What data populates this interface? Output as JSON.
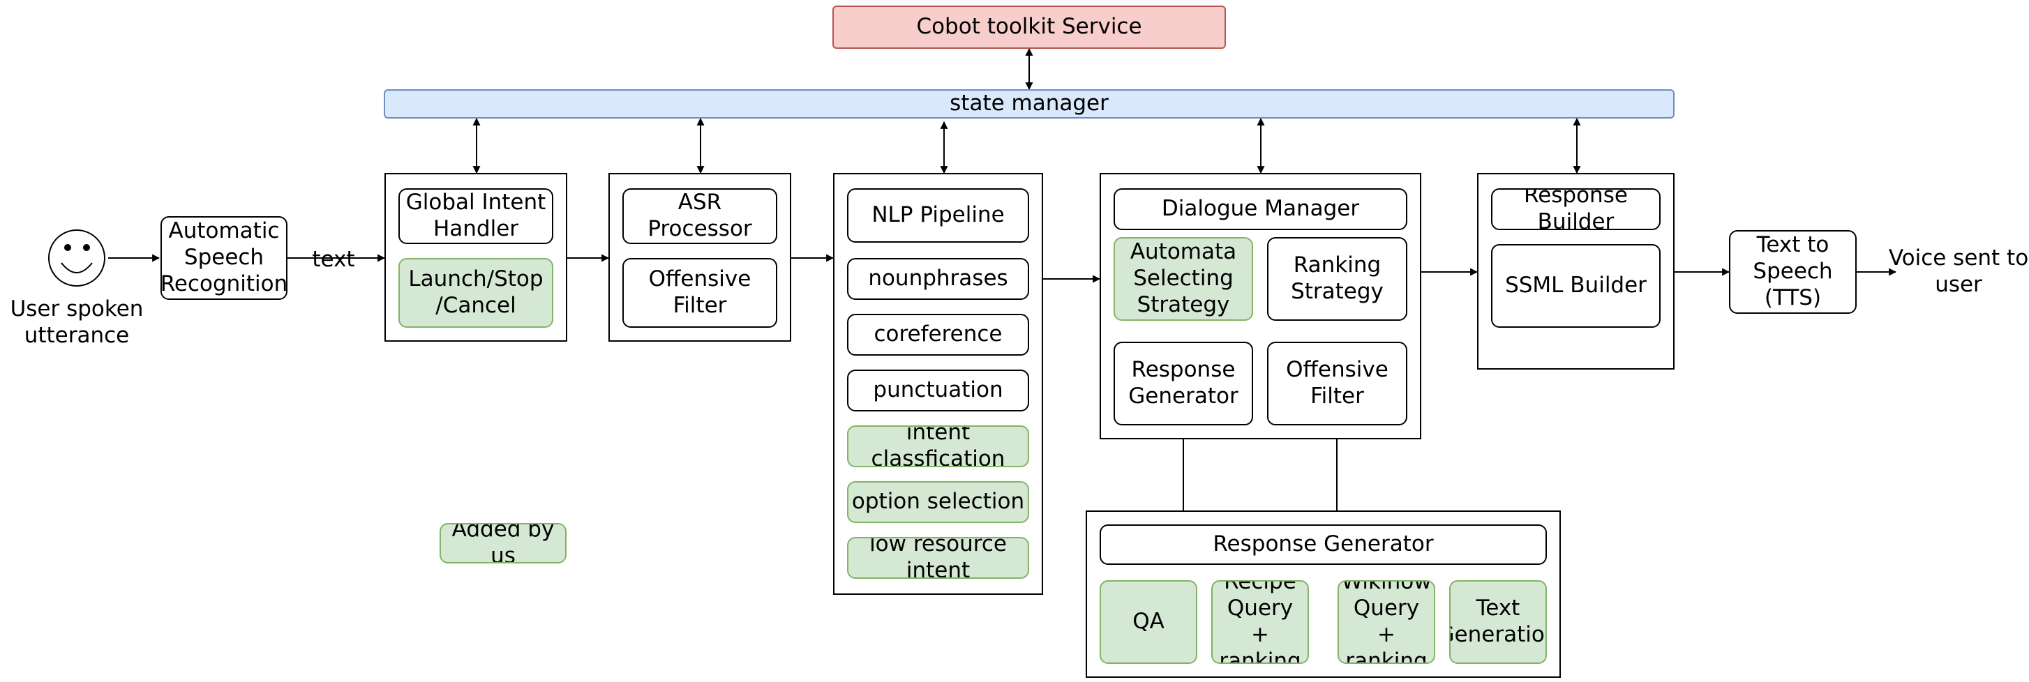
{
  "top": {
    "cobot": "Cobot toolkit Service",
    "state_manager": "state manager"
  },
  "input": {
    "user": "User spoken\nutterance",
    "asr": "Automatic\nSpeech\nRecognition",
    "text_label": "text"
  },
  "global": {
    "handler": "Global Intent\nHandler",
    "launch": "Launch/Stop\n/Cancel"
  },
  "asr_proc": {
    "processor": "ASR Processor",
    "offensive": "Offensive Filter"
  },
  "nlp": {
    "title": "NLP Pipeline",
    "items": [
      "nounphrases",
      "coreference",
      "punctuation",
      "intent\nclassfication",
      "option selection",
      "low resource\nintent"
    ]
  },
  "legend": {
    "added": "Added by us"
  },
  "dm": {
    "title": "Dialogue Manager",
    "automata": "Automata\nSelecting\nStrategy",
    "ranking": "Ranking\nStrategy",
    "resp_gen": "Response\nGenerator",
    "offensive": "Offensive\nFilter"
  },
  "rg": {
    "title": "Response Generator",
    "qa": "QA",
    "recipe": "Recipe\nQuery +\nranking",
    "wikihow": "Wikihow\nQuery +\nranking",
    "textgen": "Text\nGeneration"
  },
  "rb": {
    "title": "Response\nBuilder",
    "ssml": "SSML Builder"
  },
  "output": {
    "tts": "Text to\nSpeech\n(TTS)",
    "voice": "Voice sent to\nuser"
  },
  "colors": {
    "added": "#d5e8d4",
    "cobot": "#f8cecc",
    "state": "#dae8fc"
  }
}
